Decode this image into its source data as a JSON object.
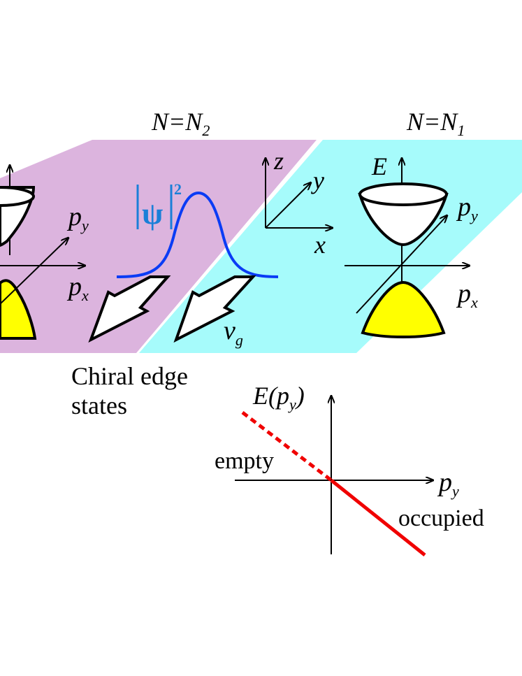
{
  "colors": {
    "left_plane": "#dcb4de",
    "right_plane": "#a6fbfb",
    "wavefunction": "#0a3cf5",
    "wavefunction_label": "#1a7fd8",
    "valence_cone": "#ffff00",
    "edge_line": "#f00000"
  },
  "left_region": {
    "label_main": "N=N",
    "label_sub": "2",
    "axis_py": "p",
    "axis_py_sub": "y",
    "axis_px": "p",
    "axis_px_sub": "x"
  },
  "right_region": {
    "label_main": "N=N",
    "label_sub": "1",
    "axis_E": "E",
    "axis_py": "p",
    "axis_py_sub": "y",
    "axis_px": "p",
    "axis_px_sub": "x"
  },
  "coordinates": {
    "z": "z",
    "y": "y",
    "x": "x"
  },
  "wavefunction": {
    "symbol": "ψ",
    "power": "2"
  },
  "velocity": {
    "main": "v",
    "sub": "g"
  },
  "caption": {
    "line1": "Chiral edge",
    "line2": "states"
  },
  "dispersion": {
    "ylabel_main": "E(p",
    "ylabel_sub": "y",
    "ylabel_close": ")",
    "xlabel_main": "p",
    "xlabel_sub": "y",
    "empty_label": "empty",
    "occupied_label": "occupied"
  }
}
